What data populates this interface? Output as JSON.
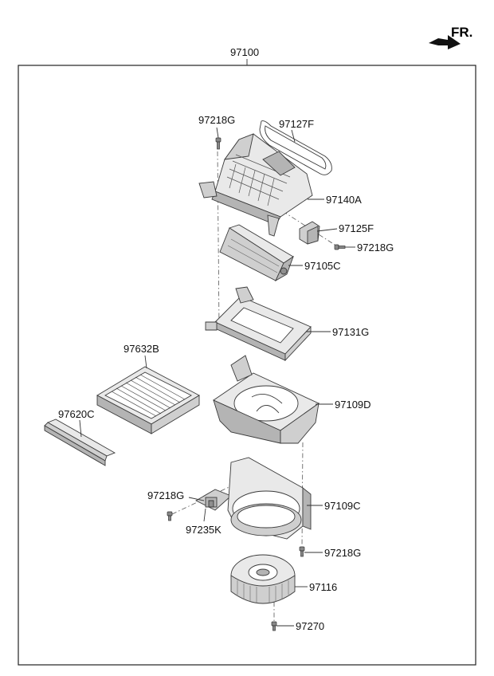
{
  "direction_marker": {
    "text": "FR."
  },
  "assembly": {
    "number": "97100"
  },
  "parts": [
    {
      "id": "97218G_top",
      "label": "97218G"
    },
    {
      "id": "97127F",
      "label": "97127F"
    },
    {
      "id": "97140A",
      "label": "97140A"
    },
    {
      "id": "97125F",
      "label": "97125F"
    },
    {
      "id": "97218G_mid",
      "label": "97218G"
    },
    {
      "id": "97105C",
      "label": "97105C"
    },
    {
      "id": "97131G",
      "label": "97131G"
    },
    {
      "id": "97632B",
      "label": "97632B"
    },
    {
      "id": "97109D",
      "label": "97109D"
    },
    {
      "id": "97620C",
      "label": "97620C"
    },
    {
      "id": "97218G_left",
      "label": "97218G"
    },
    {
      "id": "97109C",
      "label": "97109C"
    },
    {
      "id": "97235K",
      "label": "97235K"
    },
    {
      "id": "97218G_low",
      "label": "97218G"
    },
    {
      "id": "97116",
      "label": "97116"
    },
    {
      "id": "97270",
      "label": "97270"
    }
  ]
}
